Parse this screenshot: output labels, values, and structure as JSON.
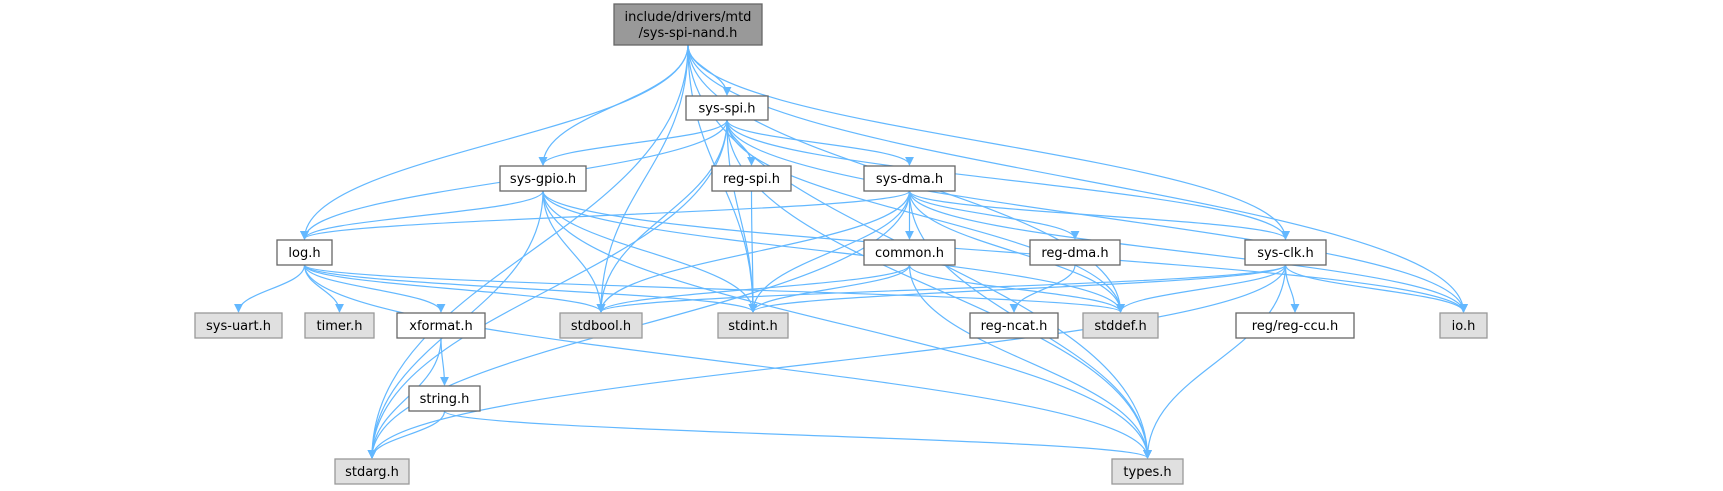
{
  "graph": {
    "title": "include/drivers/mtd/sys-spi-nand.h",
    "colors": {
      "root_fill": "#999999",
      "root_stroke": "#666666",
      "node_fill": "#ffffff",
      "node_stroke": "#666666",
      "external_fill": "#e0e0e0",
      "external_stroke": "#999999",
      "edge": "#63b8ff"
    },
    "nodes": [
      {
        "id": "root",
        "label_lines": [
          "include/drivers/mtd",
          "/sys-spi-nand.h"
        ],
        "kind": "root"
      },
      {
        "id": "sys-spi",
        "label_lines": [
          "sys-spi.h"
        ],
        "kind": "file"
      },
      {
        "id": "sys-gpio",
        "label_lines": [
          "sys-gpio.h"
        ],
        "kind": "file"
      },
      {
        "id": "reg-spi",
        "label_lines": [
          "reg-spi.h"
        ],
        "kind": "file"
      },
      {
        "id": "sys-dma",
        "label_lines": [
          "sys-dma.h"
        ],
        "kind": "file"
      },
      {
        "id": "log",
        "label_lines": [
          "log.h"
        ],
        "kind": "file"
      },
      {
        "id": "common",
        "label_lines": [
          "common.h"
        ],
        "kind": "file"
      },
      {
        "id": "reg-dma",
        "label_lines": [
          "reg-dma.h"
        ],
        "kind": "file"
      },
      {
        "id": "sys-clk",
        "label_lines": [
          "sys-clk.h"
        ],
        "kind": "file"
      },
      {
        "id": "sys-uart",
        "label_lines": [
          "sys-uart.h"
        ],
        "kind": "external"
      },
      {
        "id": "timer",
        "label_lines": [
          "timer.h"
        ],
        "kind": "external"
      },
      {
        "id": "xformat",
        "label_lines": [
          "xformat.h"
        ],
        "kind": "file"
      },
      {
        "id": "stdbool",
        "label_lines": [
          "stdbool.h"
        ],
        "kind": "external"
      },
      {
        "id": "stdint",
        "label_lines": [
          "stdint.h"
        ],
        "kind": "external"
      },
      {
        "id": "reg-ncat",
        "label_lines": [
          "reg-ncat.h"
        ],
        "kind": "file"
      },
      {
        "id": "stddef",
        "label_lines": [
          "stddef.h"
        ],
        "kind": "external"
      },
      {
        "id": "reg-ccu",
        "label_lines": [
          "reg/reg-ccu.h"
        ],
        "kind": "file"
      },
      {
        "id": "io",
        "label_lines": [
          "io.h"
        ],
        "kind": "external"
      },
      {
        "id": "string",
        "label_lines": [
          "string.h"
        ],
        "kind": "file"
      },
      {
        "id": "stdarg",
        "label_lines": [
          "stdarg.h"
        ],
        "kind": "external"
      },
      {
        "id": "types",
        "label_lines": [
          "types.h"
        ],
        "kind": "external"
      }
    ],
    "edges": [
      [
        "root",
        "sys-spi"
      ],
      [
        "root",
        "sys-gpio"
      ],
      [
        "root",
        "log"
      ],
      [
        "root",
        "stdbool"
      ],
      [
        "root",
        "stdint"
      ],
      [
        "root",
        "stddef"
      ],
      [
        "root",
        "sys-clk"
      ],
      [
        "root",
        "io"
      ],
      [
        "root",
        "stdarg"
      ],
      [
        "root",
        "types"
      ],
      [
        "sys-spi",
        "sys-gpio"
      ],
      [
        "sys-spi",
        "reg-spi"
      ],
      [
        "sys-spi",
        "sys-dma"
      ],
      [
        "sys-spi",
        "log"
      ],
      [
        "sys-spi",
        "stdbool"
      ],
      [
        "sys-spi",
        "stdint"
      ],
      [
        "sys-spi",
        "stddef"
      ],
      [
        "sys-spi",
        "sys-clk"
      ],
      [
        "sys-spi",
        "io"
      ],
      [
        "sys-spi",
        "stdarg"
      ],
      [
        "sys-spi",
        "types"
      ],
      [
        "sys-gpio",
        "log"
      ],
      [
        "sys-gpio",
        "stdbool"
      ],
      [
        "sys-gpio",
        "stdint"
      ],
      [
        "sys-gpio",
        "stddef"
      ],
      [
        "sys-gpio",
        "io"
      ],
      [
        "sys-gpio",
        "stdarg"
      ],
      [
        "sys-gpio",
        "types"
      ],
      [
        "reg-spi",
        "stdint"
      ],
      [
        "sys-dma",
        "log"
      ],
      [
        "sys-dma",
        "common"
      ],
      [
        "sys-dma",
        "reg-dma"
      ],
      [
        "sys-dma",
        "sys-clk"
      ],
      [
        "sys-dma",
        "stdbool"
      ],
      [
        "sys-dma",
        "stdint"
      ],
      [
        "sys-dma",
        "stddef"
      ],
      [
        "sys-dma",
        "io"
      ],
      [
        "sys-dma",
        "stdarg"
      ],
      [
        "sys-dma",
        "types"
      ],
      [
        "log",
        "sys-uart"
      ],
      [
        "log",
        "timer"
      ],
      [
        "log",
        "xformat"
      ],
      [
        "log",
        "stdbool"
      ],
      [
        "log",
        "stdint"
      ],
      [
        "log",
        "stddef"
      ],
      [
        "log",
        "types"
      ],
      [
        "common",
        "stdbool"
      ],
      [
        "common",
        "stdint"
      ],
      [
        "common",
        "stddef"
      ],
      [
        "common",
        "types"
      ],
      [
        "reg-dma",
        "reg-ncat"
      ],
      [
        "sys-clk",
        "reg-ccu"
      ],
      [
        "sys-clk",
        "stdbool"
      ],
      [
        "sys-clk",
        "stdint"
      ],
      [
        "sys-clk",
        "stddef"
      ],
      [
        "sys-clk",
        "io"
      ],
      [
        "sys-clk",
        "stdarg"
      ],
      [
        "sys-clk",
        "types"
      ],
      [
        "xformat",
        "string"
      ],
      [
        "xformat",
        "stdarg"
      ],
      [
        "string",
        "stdarg"
      ],
      [
        "string",
        "types"
      ]
    ]
  }
}
